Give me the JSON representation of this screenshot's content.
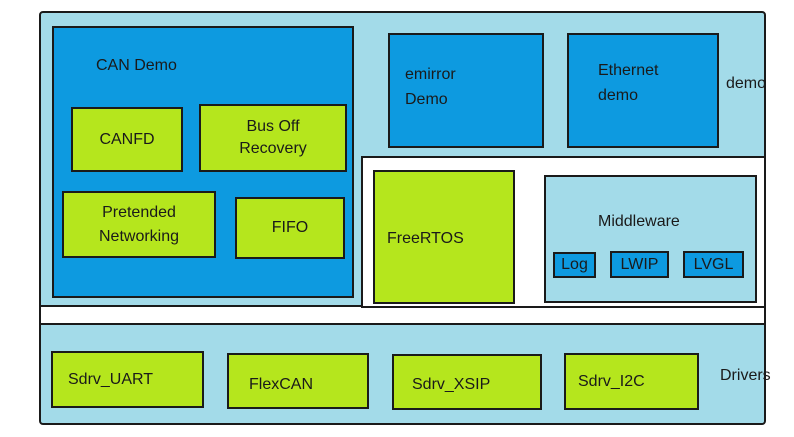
{
  "labels": {
    "demo": "demo",
    "drivers": "Drivers"
  },
  "can_demo": {
    "title": "CAN Demo",
    "canfd": "CANFD",
    "bus_off_recovery": [
      "Bus Off",
      "Recovery"
    ],
    "pretended_networking": [
      "Pretended",
      "Networking"
    ],
    "fifo": "FIFO"
  },
  "emirror_demo": [
    "emirror",
    "Demo"
  ],
  "ethernet_demo": [
    "Ethernet",
    "demo"
  ],
  "freertos": "FreeRTOS",
  "middleware": {
    "title": "Middleware",
    "log": "Log",
    "lwip": "LWIP",
    "lvgl": "LVGL"
  },
  "drivers": {
    "uart": "Sdrv_UART",
    "flexcan": "FlexCAN",
    "xsip": "Sdrv_XSIP",
    "i2c": "Sdrv_I2C"
  }
}
